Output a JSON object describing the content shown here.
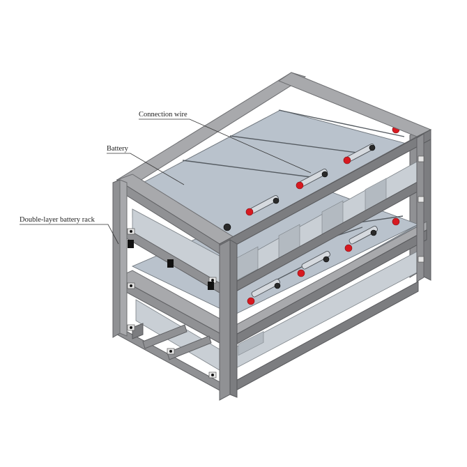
{
  "labels": {
    "connection_wire": "Connection wire",
    "battery": "Battery",
    "rack": "Double-layer battery rack"
  },
  "colors": {
    "frame": "#909194",
    "battery_top": "#b9c2cc",
    "positive_terminal": "#d71920",
    "negative_terminal": "#2a2a2a"
  }
}
